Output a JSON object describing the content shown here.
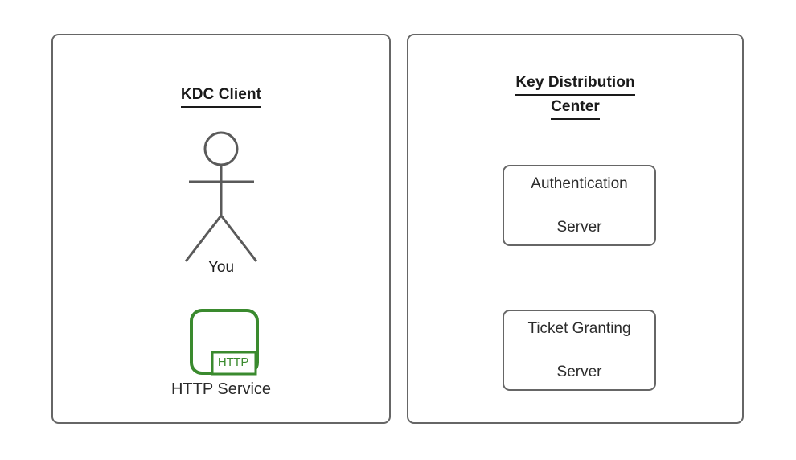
{
  "diagram": {
    "background": "#ffffff",
    "stroke_color": "#666666",
    "text_color": "#1a1a1a",
    "accent_green": "#3a8a2e"
  },
  "panels": {
    "client": {
      "title": "KDC Client",
      "actor": {
        "icon": "stick-figure-icon",
        "caption": "You"
      },
      "service": {
        "icon": "http-service-icon",
        "badge": "HTTP",
        "label": "HTTP Service"
      }
    },
    "kdc": {
      "title_line1": "Key Distribution",
      "title_line2": "Center",
      "boxes": [
        {
          "line1": "Authentication",
          "line2": "Server"
        },
        {
          "line1": "Ticket Granting",
          "line2": "Server"
        }
      ]
    }
  }
}
